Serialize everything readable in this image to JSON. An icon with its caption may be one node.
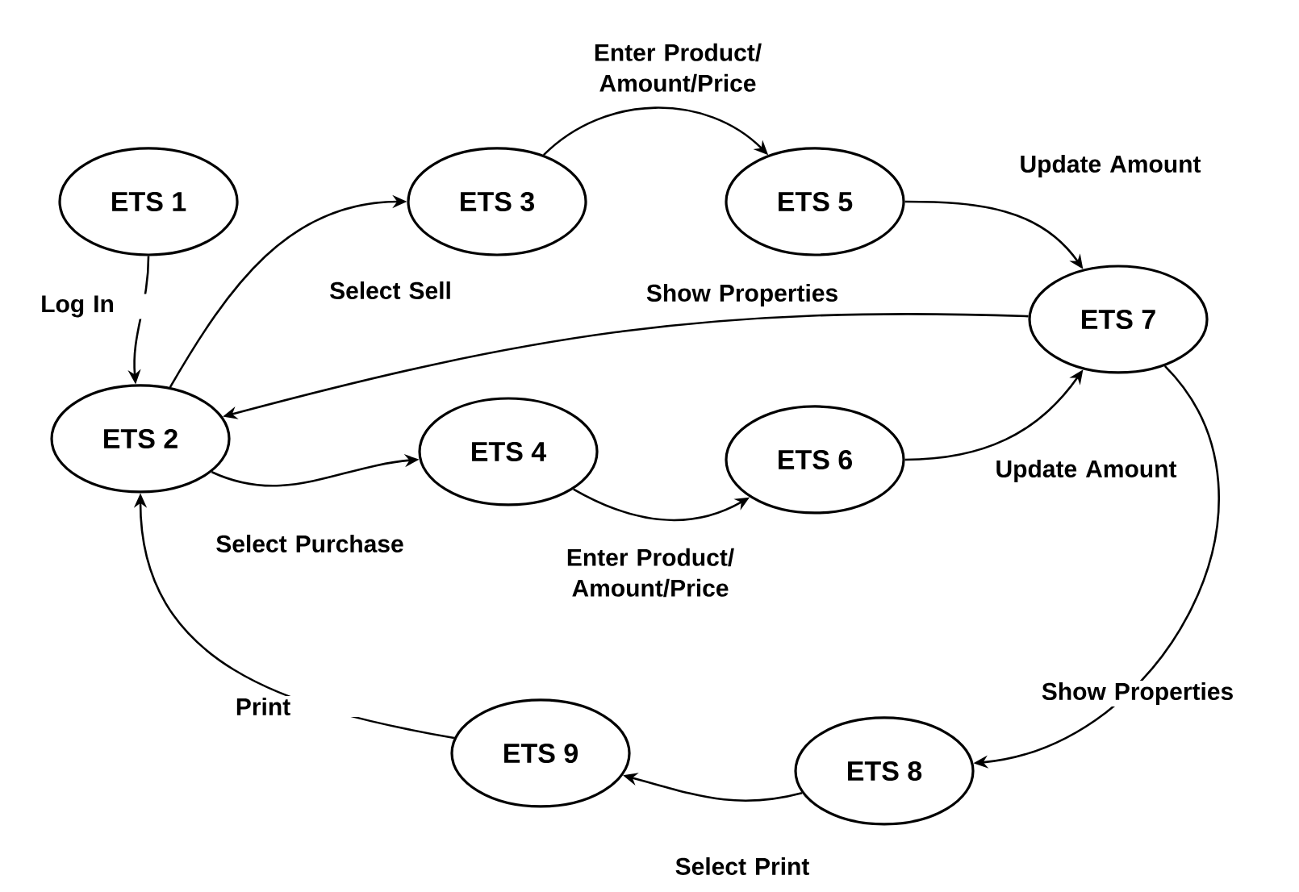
{
  "diagram": {
    "nodes": [
      {
        "text": [
          "ETS 1"
        ]
      },
      {
        "text": [
          "ETS 2"
        ]
      },
      {
        "text": [
          "ETS 3"
        ]
      },
      {
        "text": [
          "ETS 4"
        ]
      },
      {
        "text": [
          "ETS 5"
        ]
      },
      {
        "text": [
          "ETS 6"
        ]
      },
      {
        "text": [
          "ETS 7"
        ]
      },
      {
        "text": [
          "ETS 8"
        ]
      },
      {
        "text": [
          "ETS 9"
        ]
      }
    ],
    "edges": [
      {
        "from": 0,
        "to": 1,
        "arrow": "to",
        "label": "Log In"
      },
      {
        "from": 1,
        "to": 2,
        "arrow": "to",
        "label": "Select Sell"
      },
      {
        "from": 2,
        "to": 4,
        "arrow": "to",
        "label": "Enter Product/ Amount/Price"
      },
      {
        "from": 4,
        "to": 6,
        "arrow": "to",
        "label": "Update Amount"
      },
      {
        "from": 6,
        "to": 1,
        "arrow": "to",
        "label": "Show Properties"
      },
      {
        "from": 1,
        "to": 3,
        "arrow": "to",
        "label": "Select Purchase"
      },
      {
        "from": 3,
        "to": 5,
        "arrow": "to",
        "label": "Enter Product/ Amount/Price"
      },
      {
        "from": 5,
        "to": 6,
        "arrow": "to",
        "label": "Update Amount"
      },
      {
        "from": 6,
        "to": 7,
        "arrow": "to",
        "label": "Show Properties"
      },
      {
        "from": 7,
        "to": 8,
        "arrow": "to",
        "label": "Select Print"
      },
      {
        "from": 8,
        "to": 1,
        "arrow": "to",
        "label": "Print"
      }
    ]
  }
}
